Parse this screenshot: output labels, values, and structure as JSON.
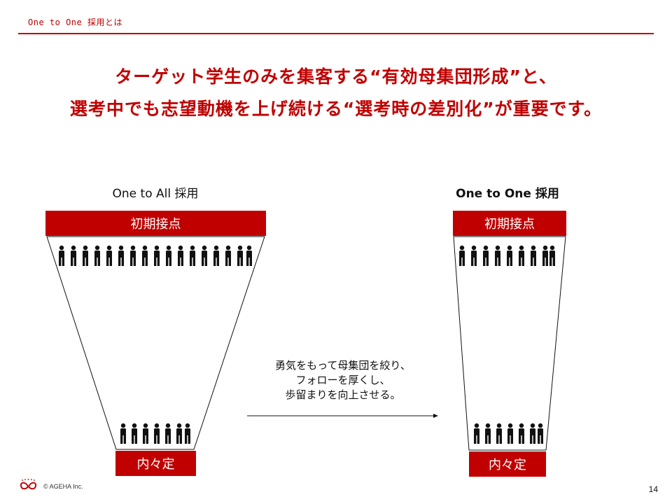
{
  "header": {
    "label": "One to One 採用とは"
  },
  "headline": {
    "line1": "ターゲット学生のみを集客する“有効母集団形成”と、",
    "line2": "選考中でも志望動機を上げ続ける“選考時の差別化”が重要です。"
  },
  "left": {
    "title": "One to All 採用",
    "top_label": "初期接点",
    "bottom_label": "内々定"
  },
  "right": {
    "title": "One to One 採用",
    "top_label": "初期接点",
    "bottom_label": "内々定"
  },
  "middle": {
    "lines": [
      "勇気をもって母集団を絞り、",
      "フォローを厚くし、",
      "歩留まりを向上させる。"
    ]
  },
  "icons": {
    "people": "people-icon",
    "logo": "ageha-logo-icon"
  },
  "colors": {
    "accent": "#c00000"
  },
  "footer": {
    "copyright": "© AGEHA Inc.",
    "page": "14"
  }
}
